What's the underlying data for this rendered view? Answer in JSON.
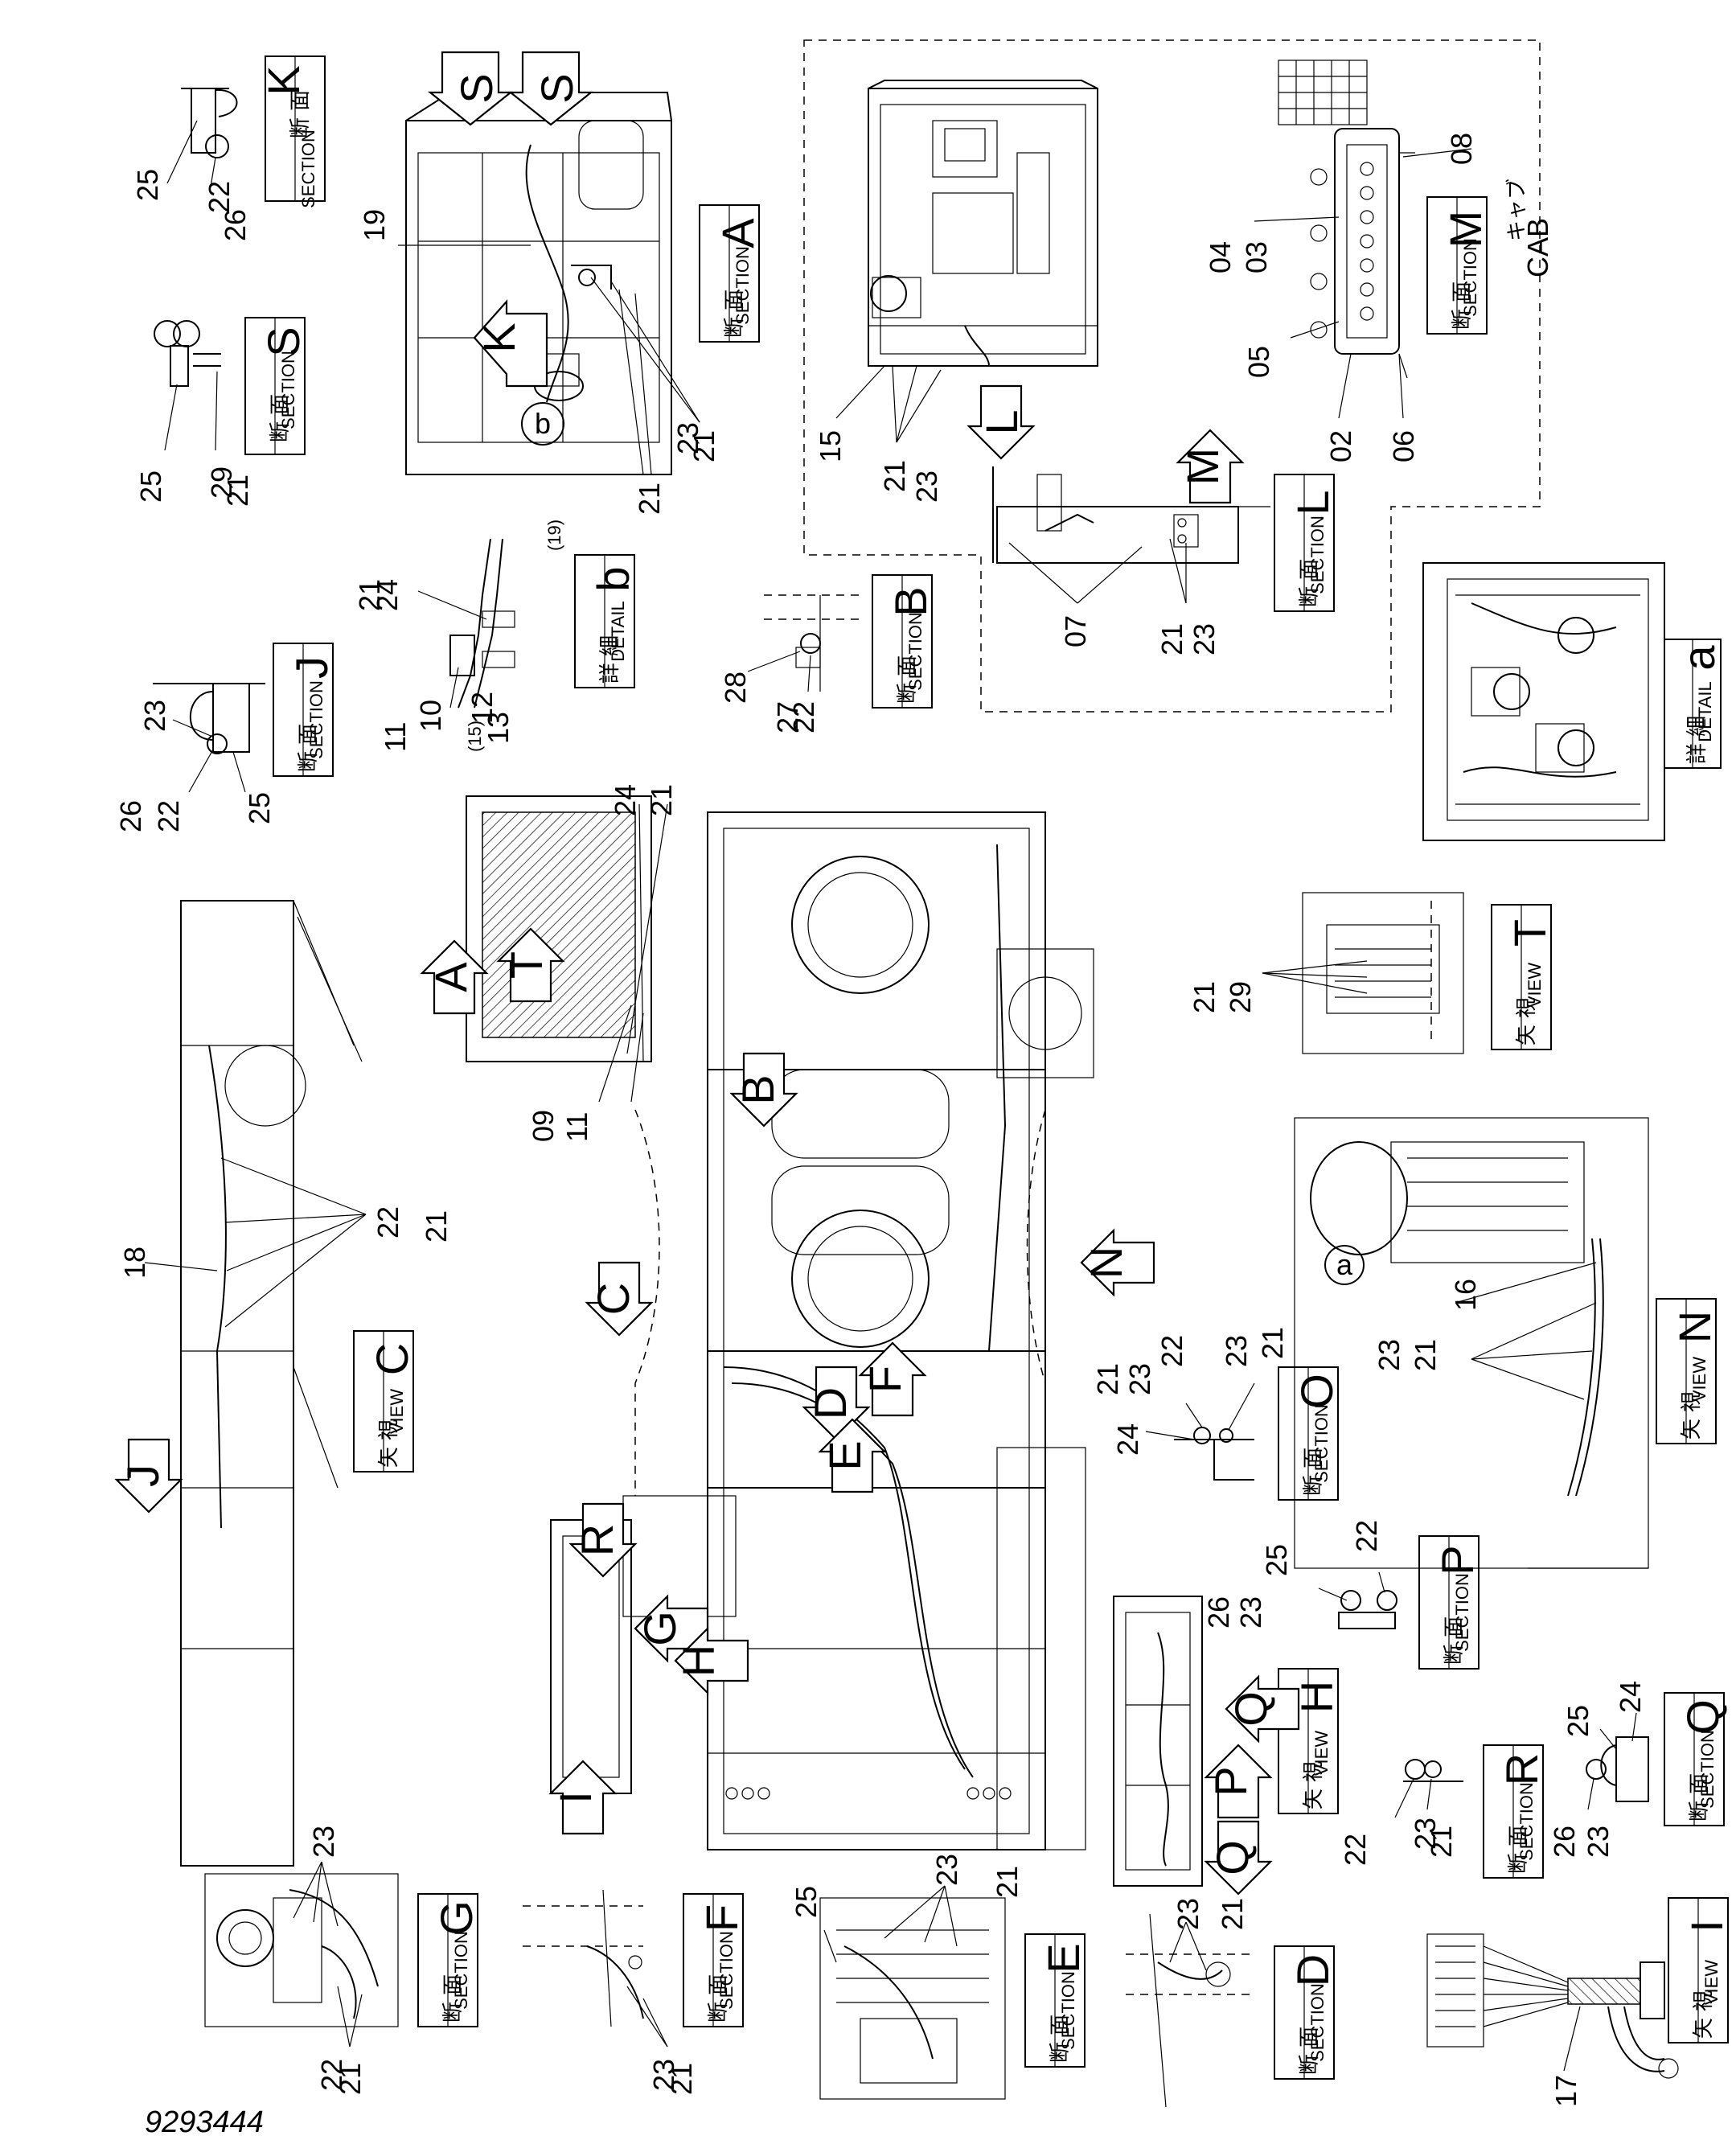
{
  "document_number": "9293444",
  "label_prefix": {
    "section_jp": "断 面",
    "section_en": "SECTION",
    "view_jp": "矢 視",
    "view_en": "VIEW",
    "detail_jp": "詳 細",
    "detail_en": "DETAIL"
  },
  "cab_label": {
    "jp": "キャブ",
    "en": "CAB"
  },
  "panel_labels": {
    "K": "K",
    "S": "S",
    "A": "A",
    "M": "M",
    "L": "L",
    "B": "B",
    "b": "b",
    "J": "J",
    "a": "a",
    "T": "T",
    "C": "C",
    "N": "N",
    "O": "O",
    "P": "P",
    "H": "H",
    "Q": "Q",
    "R": "R",
    "G": "G",
    "F": "F",
    "E": "E",
    "D": "D",
    "I": "I"
  },
  "arrow_labels": {
    "S1": "S",
    "S2": "S",
    "K": "K",
    "b": "b",
    "L": "L",
    "M": "M",
    "A": "A",
    "T": "T",
    "B": "B",
    "C": "C",
    "N": "N",
    "J": "J",
    "D": "D",
    "F": "F",
    "E": "E",
    "R": "R",
    "G": "G",
    "H": "H",
    "I": "I",
    "P": "P",
    "Q1": "Q",
    "Q2": "Q",
    "a": "a"
  },
  "part_numbers": {
    "k25": "25",
    "k22": "22",
    "k26": "26",
    "s25": "25",
    "s29": "29",
    "s21": "21",
    "a19": "19",
    "a23": "23",
    "a21a": "21",
    "a21b": "21",
    "cab15": "15",
    "cab21": "21",
    "cab23": "23",
    "m04": "04",
    "m03": "03",
    "m08": "08",
    "m05": "05",
    "m02": "02",
    "m06": "06",
    "l07": "07",
    "l21": "21",
    "l23": "23",
    "db21": "21",
    "db24": "24",
    "db19": "(19)",
    "db11": "11",
    "db10": "10",
    "db12": "12",
    "db13": "13",
    "db15": "(15)",
    "b28": "28",
    "b27": "27",
    "b22": "22",
    "j23": "23",
    "j26": "26",
    "j22": "22",
    "j25": "25",
    "m24": "24",
    "m21": "21",
    "m09": "09",
    "m11": "11",
    "t21": "21",
    "t29": "29",
    "c18": "18",
    "c22": "22",
    "c21": "21",
    "n16": "16",
    "n23": "23",
    "n21": "21",
    "o21": "21",
    "o23": "23",
    "o22": "22",
    "o23b": "23",
    "o21b": "21",
    "o24": "24",
    "p25": "25",
    "p22": "22",
    "p26": "26",
    "p23": "23",
    "q25": "25",
    "q24": "24",
    "q26": "26",
    "q23": "23",
    "r22": "22",
    "r23": "23",
    "r21": "21",
    "g23": "23",
    "g22": "22",
    "g21": "21",
    "f23": "23",
    "f21": "21",
    "e25": "25",
    "e23": "23",
    "e21": "21",
    "d23": "23",
    "d21": "21",
    "i17": "17"
  }
}
